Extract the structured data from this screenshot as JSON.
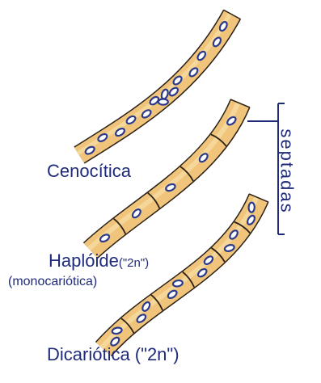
{
  "diagram": {
    "labels": {
      "cenocitica": "Cenocítica",
      "haploide": "Haplóide",
      "haploide_ploidy": "(\"2n\")",
      "monocariotica": "(monocariótica)",
      "dicariotica": "Dicariótica (\"2n\")",
      "septadas": "septadas"
    },
    "colors": {
      "hypha_fill": "#f0c47a",
      "hypha_stroke": "#2a2016",
      "nucleus": "#2c3a8c",
      "label_text": "#1f2b7a",
      "bracket": "#1f2b7a"
    },
    "hyphae": [
      {
        "name": "cenocitica",
        "septa_count": 0,
        "nuclei_per_cell": "many"
      },
      {
        "name": "haploide",
        "septa_count": 4,
        "nuclei_per_cell": 1
      },
      {
        "name": "dicariotica",
        "septa_count": 5,
        "nuclei_per_cell": 2
      }
    ]
  }
}
